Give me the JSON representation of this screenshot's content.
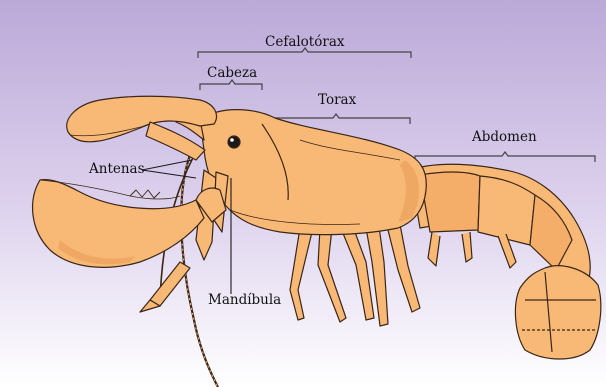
{
  "labels": {
    "cefalotorax": "Cefalotórax",
    "cabeza": "Cabeza",
    "torax": "Torax",
    "abdomen": "Abdomen",
    "antenas": "Antenas",
    "mandibula": "Mandíbula"
  },
  "colors": {
    "background_top": "#bba9d8",
    "background_bottom": "#ffffff",
    "body_fill": "#f8b876",
    "body_shade": "#e79a55",
    "outline": "#3a2616",
    "bracket": "#444444"
  },
  "icons": {
    "subject": "lobster-illustration"
  }
}
